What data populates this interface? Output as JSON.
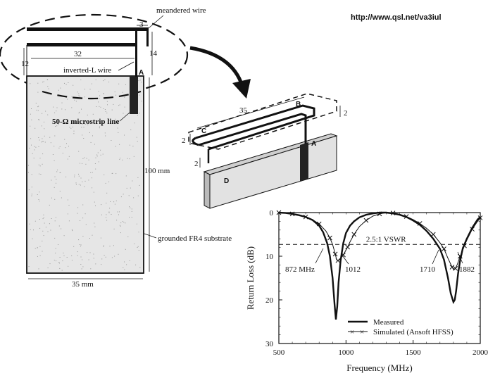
{
  "header": {
    "url": "http://www.qsl.net/va3iul"
  },
  "left_drawing": {
    "labels": {
      "meandered_wire": "meandered wire",
      "inverted_l_wire": "inverted-L wire",
      "microstrip": "50-Ω microstrip line",
      "substrate": "grounded FR4 substrate",
      "point_a": "A"
    },
    "dims": {
      "d3": "3",
      "d32": "32",
      "d12": "12",
      "d14": "14",
      "d100": "100 mm",
      "d35": "35 mm"
    }
  },
  "perspective_drawing": {
    "labels": {
      "a": "A",
      "b": "B",
      "c": "C",
      "d": "D"
    },
    "dims": {
      "d35": "35",
      "d2_right": "2",
      "d2_left": "2",
      "d2_front": "2"
    }
  },
  "chart_data": {
    "type": "line",
    "xlabel": "Frequency (MHz)",
    "ylabel": "Return Loss (dB)",
    "xlim": [
      500,
      2000
    ],
    "ylim": [
      0,
      30
    ],
    "y_inverted": true,
    "x_ticks": [
      "500",
      "1000",
      "1500",
      "2000"
    ],
    "y_ticks": [
      "0",
      "10",
      "20",
      "30"
    ],
    "threshold": {
      "label": "2.5:1 VSWR",
      "value": 7.3
    },
    "annotations": [
      "872 MHz",
      "1012",
      "1710",
      "1882"
    ],
    "legend": {
      "measured": "Measured",
      "simulated": "Simulated (Ansoft HFSS)"
    },
    "series": [
      {
        "name": "Measured",
        "x": [
          500,
          550,
          600,
          650,
          700,
          750,
          800,
          830,
          860,
          880,
          900,
          915,
          925,
          935,
          945,
          960,
          980,
          1000,
          1030,
          1060,
          1100,
          1150,
          1200,
          1250,
          1300,
          1350,
          1400,
          1450,
          1500,
          1550,
          1600,
          1650,
          1700,
          1730,
          1760,
          1780,
          1800,
          1810,
          1820,
          1835,
          1850,
          1870,
          1900,
          1940,
          1980,
          2000
        ],
        "y": [
          0,
          0.1,
          0.3,
          0.6,
          1.0,
          1.7,
          3.0,
          4.5,
          7.0,
          10.0,
          15.0,
          21.0,
          24.5,
          21.5,
          16.0,
          11.0,
          7.0,
          4.7,
          3.0,
          2.0,
          1.1,
          0.5,
          0.2,
          0.0,
          0.0,
          0.2,
          0.5,
          1.0,
          1.8,
          2.8,
          4.2,
          6.0,
          8.3,
          10.8,
          15.0,
          18.5,
          20.5,
          20.0,
          18.0,
          14.0,
          11.0,
          8.2,
          6.0,
          3.5,
          1.6,
          1.0
        ]
      },
      {
        "name": "Simulated (Ansoft HFSS)",
        "x": [
          500,
          550,
          600,
          650,
          700,
          750,
          800,
          850,
          880,
          900,
          920,
          930,
          940,
          960,
          980,
          1000,
          1012,
          1030,
          1060,
          1100,
          1150,
          1200,
          1250,
          1300,
          1350,
          1400,
          1450,
          1500,
          1550,
          1600,
          1650,
          1700,
          1730,
          1760,
          1790,
          1800,
          1815,
          1830,
          1850,
          1870,
          1882,
          1900,
          1940,
          1980,
          2000
        ],
        "y": [
          0,
          0.1,
          0.3,
          0.6,
          1.0,
          1.6,
          2.6,
          4.2,
          5.8,
          7.3,
          9.5,
          10.8,
          11.0,
          10.6,
          9.7,
          8.6,
          7.9,
          6.7,
          5.0,
          3.2,
          1.8,
          0.8,
          0.3,
          0.0,
          0.1,
          0.4,
          0.9,
          1.6,
          2.5,
          3.6,
          5.0,
          6.9,
          8.3,
          10.5,
          12.5,
          13.0,
          12.8,
          11.8,
          10.0,
          8.6,
          7.6,
          6.3,
          3.8,
          2.0,
          1.2
        ]
      }
    ]
  }
}
